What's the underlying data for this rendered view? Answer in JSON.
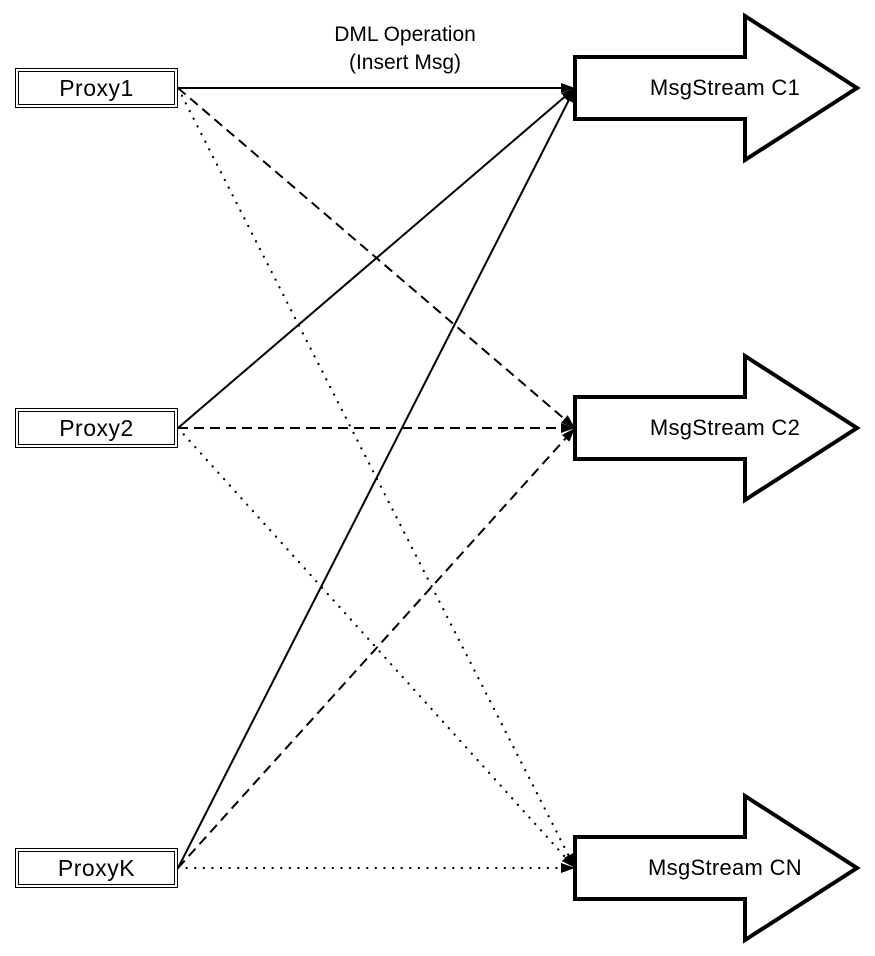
{
  "diagram": {
    "annotation": {
      "line1": "DML Operation",
      "line2": "(Insert Msg)"
    },
    "proxies": [
      {
        "label": "Proxy1"
      },
      {
        "label": "Proxy2"
      },
      {
        "label": "ProxyK"
      }
    ],
    "streams": [
      {
        "label": "MsgStream C1",
        "incoming_edge_style": "solid"
      },
      {
        "label": "MsgStream C2",
        "incoming_edge_style": "dashed"
      },
      {
        "label": "MsgStream CN",
        "incoming_edge_style": "dotted"
      }
    ],
    "edges": [
      {
        "from": "Proxy1",
        "to": "MsgStream C1",
        "style": "solid"
      },
      {
        "from": "Proxy2",
        "to": "MsgStream C1",
        "style": "solid"
      },
      {
        "from": "ProxyK",
        "to": "MsgStream C1",
        "style": "solid"
      },
      {
        "from": "Proxy1",
        "to": "MsgStream C2",
        "style": "dashed"
      },
      {
        "from": "Proxy2",
        "to": "MsgStream C2",
        "style": "dashed"
      },
      {
        "from": "ProxyK",
        "to": "MsgStream C2",
        "style": "dashed"
      },
      {
        "from": "Proxy1",
        "to": "MsgStream CN",
        "style": "dotted"
      },
      {
        "from": "Proxy2",
        "to": "MsgStream CN",
        "style": "dotted"
      },
      {
        "from": "ProxyK",
        "to": "MsgStream CN",
        "style": "dotted"
      }
    ],
    "colors": {
      "stroke": "#000000",
      "fill": "#ffffff",
      "background": "#ffffff"
    }
  }
}
